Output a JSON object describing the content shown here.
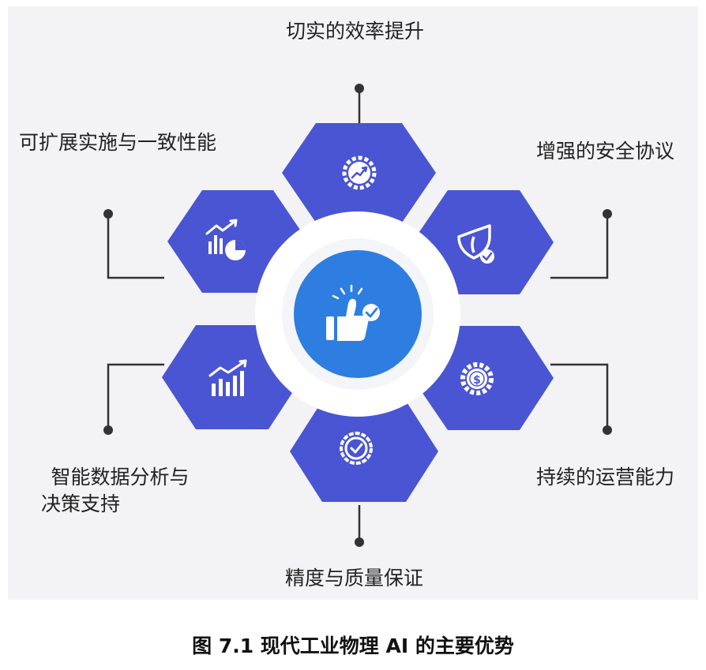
{
  "colors": {
    "hexagon": "#4a55d3",
    "center": "#2e7de0",
    "ring": "#ffffff",
    "connector": "#333333"
  },
  "nodes": {
    "top": {
      "label": "切实的效率提升",
      "icon": "gear-trend-icon"
    },
    "upper_right": {
      "label": "增强的安全协议",
      "icon": "shield-check-icon"
    },
    "lower_right": {
      "label": "持续的运营能力",
      "icon": "dollar-gear-icon"
    },
    "bottom": {
      "label": "精度与质量保证",
      "icon": "badge-check-icon"
    },
    "lower_left": {
      "label_line1": "智能数据分析与",
      "label_line2": "决策支持",
      "icon": "bar-chart-trend-icon"
    },
    "upper_left": {
      "label": "可扩展实施与一致性能",
      "icon": "chart-pie-icon"
    }
  },
  "center": {
    "icon": "thumbs-up-check-icon"
  },
  "caption": "图 7.1  现代工业物理 AI 的主要优势"
}
